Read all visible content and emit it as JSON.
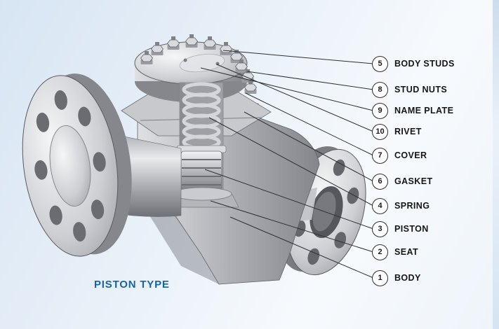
{
  "caption": "PISTON TYPE",
  "callouts": [
    {
      "number": "5",
      "label": "BODY STUDS"
    },
    {
      "number": "8",
      "label": "STUD NUTS"
    },
    {
      "number": "9",
      "label": "NAME PLATE"
    },
    {
      "number": "10",
      "label": "RIVET"
    },
    {
      "number": "7",
      "label": "COVER"
    },
    {
      "number": "6",
      "label": "GASKET"
    },
    {
      "number": "4",
      "label": "SPRING"
    },
    {
      "number": "3",
      "label": "PISTON"
    },
    {
      "number": "2",
      "label": "SEAT"
    },
    {
      "number": "1",
      "label": "BODY"
    }
  ],
  "colors": {
    "background": "#dde9f5",
    "caption": "#1565a8",
    "leader_line": "#2f2f31",
    "callout_stroke": "#2f2f31",
    "metal_light": "#f1f2f4",
    "metal_dark": "#7c7e84"
  }
}
